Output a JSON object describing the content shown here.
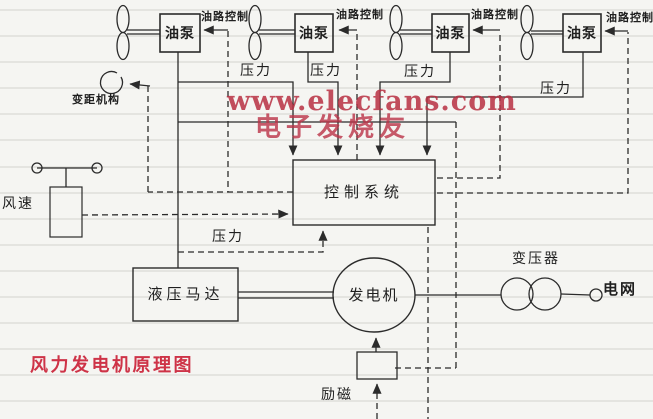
{
  "title": "风力发电机原理图",
  "watermark": {
    "url_text": "www.elecfans.com",
    "brand_text": "电子发烧友"
  },
  "labels": {
    "oil_pumps": [
      "油泵",
      "油泵",
      "油泵",
      "油泵"
    ],
    "oil_controls": [
      "油路控制",
      "油路控制",
      "油路控制",
      "油路控制"
    ],
    "pressures": [
      "压力",
      "压力",
      "压力",
      "压力",
      "压力"
    ],
    "control_system": "控制系统",
    "hydraulic_motor": "液压马达",
    "generator": "发电机",
    "transformer": "变压器",
    "grid": "电网",
    "excitation": "励磁",
    "wind_speed": "风速",
    "pitch_mechanism": "变距机构"
  },
  "colors": {
    "line_color": "#2b2b2b",
    "ruled_line_color": "#d3d3cf",
    "watermark_red": "#b93043",
    "title_red": "#ce3347",
    "paper": "#f5f5f2"
  }
}
